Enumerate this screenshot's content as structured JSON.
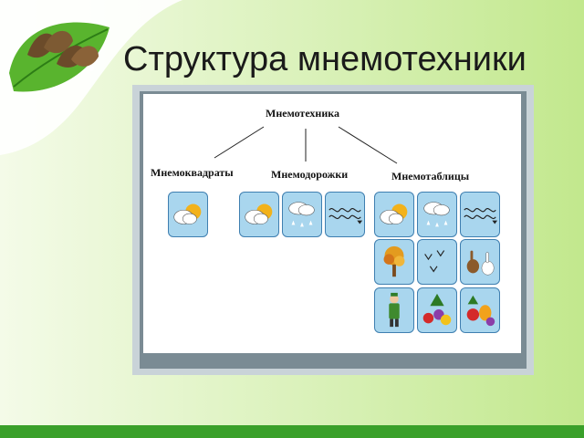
{
  "slide": {
    "title": "Структура мнемотехники"
  },
  "diagram": {
    "root": "Мнемотехника",
    "branches": [
      {
        "label": "Мнемоквадраты",
        "icons": [
          "sun-cloud-icon"
        ]
      },
      {
        "label": "Мнемодорожки",
        "icons": [
          "sun-cloud-icon",
          "rain-cloud-icon",
          "wind-spiral-icon"
        ]
      },
      {
        "label": "Мнемотаблицы",
        "icons": [
          "sun-cloud-icon",
          "rain-cloud-icon",
          "wind-spiral-icon",
          "autumn-tree-icon",
          "flying-birds-icon",
          "hares-icon",
          "child-in-coat-icon",
          "fruit-icon",
          "vegetables-icon"
        ]
      }
    ]
  },
  "colors": {
    "background_green": "#c2e88d",
    "accent_green": "#3aa02a",
    "cell_fill": "#a9d6ee",
    "cell_border": "#3f7fb0"
  }
}
